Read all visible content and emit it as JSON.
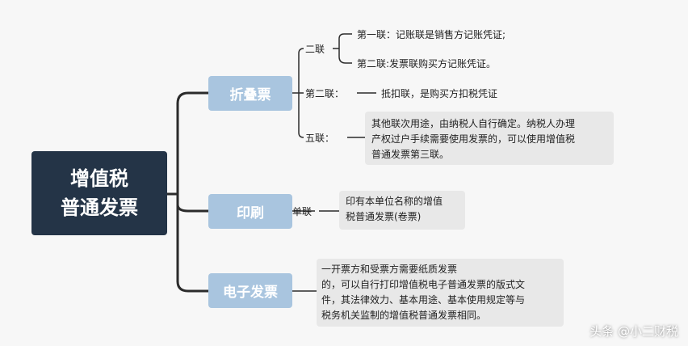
{
  "root": {
    "line1": "增值税",
    "line2": "普通发票"
  },
  "branches": {
    "zhedie": {
      "label": "折叠票",
      "sub_erlian": {
        "label": "二联",
        "items": [
          "第一联：记账联是销售方记账凭证;",
          "第二联:发票联购买方记账凭证。"
        ]
      },
      "sub_dierlian": {
        "label": "第二联：",
        "item": "抵扣联，是购买方扣税凭证"
      },
      "sub_wulian": {
        "label": "五联：",
        "lines": [
          "其他联次用途，由纳税人自行确定。纳税人办理",
          "产权过户手续需要使用发票的，可以使用增值税",
          "普通发票第三联。"
        ]
      }
    },
    "yinshua": {
      "label": "印刷",
      "sub_danlian": {
        "label": "单联",
        "lines": [
          "印有本单位名称的增值",
          "税普通发票(卷票)"
        ]
      }
    },
    "dianzi": {
      "label": "电子发票",
      "lines": [
        "一开票方和受票方需要纸质发票",
        "的，可以自行打印增值税电子普通发票的版式文",
        "件，其法律效力、基本用途、基本使用规定等与",
        "税务机关监制的增值税普通发票相同。"
      ]
    }
  },
  "watermark": "头条 @小二财税",
  "colors": {
    "root_bg": "#243447",
    "branch_bg": "#a9c5df",
    "line": "#2b2b2b",
    "box_bg": "#e8e8e8"
  }
}
